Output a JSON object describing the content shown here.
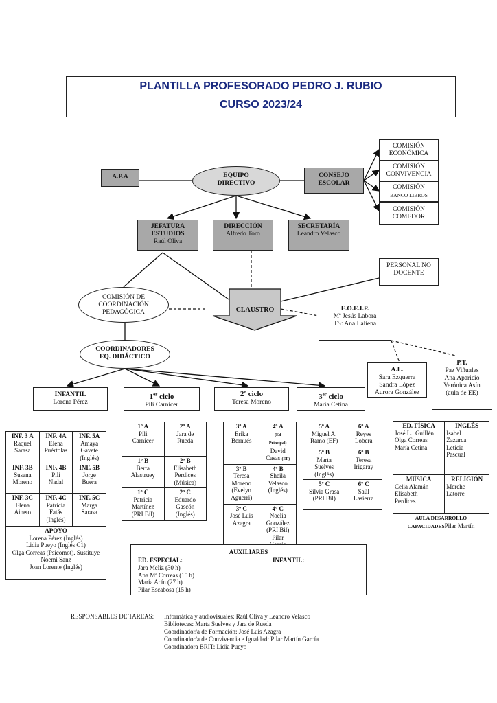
{
  "header": {
    "title": "PLANTILLA PROFESORADO PEDRO J. RUBIO",
    "subtitle": "CURSO 2023/24"
  },
  "apa": "A.P.A",
  "equipo": "EQUIPO\nDIRECTIVO",
  "consejo": "CONSEJO\nESCOLAR",
  "comisiones": [
    "COMISIÓN\nECONÓMICA",
    "COMISIÓN\nCONVIVENCIA",
    "COMISIÓN",
    "COMISIÓN\nCOMEDOR"
  ],
  "comision_banco": "BANCO LIBROS",
  "jefatura": {
    "title": "JEFATURA\nESTUDIOS",
    "name": "Raúl Oliva"
  },
  "direccion": {
    "title": "DIRECCIÓN",
    "name": "Alfredo Toro"
  },
  "secretaria": {
    "title": "SECRETARÍA",
    "name": "Leandro Velasco"
  },
  "personal": "PERSONAL NO\nDOCENTE",
  "ccp": "COMISIÓN DE\nCOORDINACIÓN\nPEDAGÓGICA",
  "claustro": "CLAUSTRO",
  "eoeip": {
    "title": "E.O.E.I.P.",
    "lines": "Mª Jesús Labora\nTS: Ana Laliena"
  },
  "coordinadores": "COORDINADORES\nEQ. DIDÁCTICO",
  "al": {
    "title": "A.L.",
    "lines": "Sara Ezquerra\nSandra López\nAurora González"
  },
  "pt": {
    "title": "P.T.",
    "lines": "Paz Viñuales\nAna Aparicio\nVerónica Asín\n(aula de EE)"
  },
  "infantil": {
    "title": "INFANTIL",
    "name": "Lorena Pérez"
  },
  "ciclo1": {
    "sup": "er",
    "title": "ciclo",
    "num": "1",
    "name": "Pili Carnicer"
  },
  "ciclo2": {
    "title": "2º ciclo",
    "name": "Teresa Moreno"
  },
  "ciclo3": {
    "sup": "er",
    "title": "ciclo",
    "num": "3",
    "name": "María Cetina"
  },
  "inf_grid": [
    [
      {
        "h": "INF. 3 A",
        "t": "Raquel\nSarasa"
      },
      {
        "h": "INF. 4A",
        "t": "Elena\nPuértolas"
      },
      {
        "h": "INF. 5A",
        "t": "Amaya\nGavete\n(Inglés)"
      }
    ],
    [
      {
        "h": "INF. 3B",
        "t": "Susana\nMoreno"
      },
      {
        "h": "INF. 4B",
        "t": "Pili\nNadal"
      },
      {
        "h": "INF. 5B",
        "t": "Jorge\nBuera"
      }
    ],
    [
      {
        "h": "INF. 3C",
        "t": "Elena\nAineto"
      },
      {
        "h": "INF. 4C",
        "t": "Patricia\nFatás\n(Inglés)"
      },
      {
        "h": "INF. 5C",
        "t": "Marga\nSarasa"
      }
    ]
  ],
  "apoyo": {
    "title": "APOYO",
    "lines": "Lorena Pérez (Inglés)\nLidia Pueyo (Inglés C1)\nOlga Correas (Psicomot). Sustituye\nNoemí Sanz\nJoan Lorente (Inglés)"
  },
  "c1_grid": [
    [
      {
        "h": "1º A",
        "t": "Pili\nCarnicer"
      },
      {
        "h": "2º A",
        "t": "Jara de\nRueda"
      }
    ],
    [
      {
        "h": "1º B",
        "t": "Berta\nAlastruey"
      },
      {
        "h": "2º B",
        "t": "Elisabeth\nPerdices\n(Música)"
      }
    ],
    [
      {
        "h": "1º C",
        "t": "Patricia\nMartínez\n(PRI Bil)"
      },
      {
        "h": "2º C",
        "t": "Eduardo\nGascón\n(Inglés)"
      }
    ]
  ],
  "c2_grid": [
    [
      {
        "h": "3º A",
        "t": "Erika\nBernués"
      },
      {
        "h": "4º A",
        "s": "(Ed\nPrincipal)",
        "t": "David\nCasas",
        "s2": "(EF)"
      }
    ],
    [
      {
        "h": "3º B",
        "t": "Teresa\nMoreno\n(Evelyn\nAguerri)"
      },
      {
        "h": "4º B",
        "t": "Sheila\nVelasco\n(Inglés)"
      }
    ],
    [
      {
        "h": "3º C",
        "t": "José Luis\nAzagra"
      },
      {
        "h": "4º C",
        "t": "Noelia\nGonzález\n(PRI Bil)\nPilar\nGarcía"
      }
    ]
  ],
  "c3_grid": [
    [
      {
        "h": "5º A",
        "t": "Miguel A.\nRamo (EF)"
      },
      {
        "h": "6º A",
        "t": "Reyes\nLobera"
      }
    ],
    [
      {
        "h": "5º B",
        "t": "Marta\nSuelves\n(Inglés)"
      },
      {
        "h": "6º B",
        "t": "Teresa\nIrigaray"
      }
    ],
    [
      {
        "h": "5º C",
        "t": "Silvia Grasa\n(PRI Bil)"
      },
      {
        "h": "6º C",
        "t": "Saúl\nLasierra"
      }
    ]
  ],
  "esp_grid": [
    [
      {
        "h": "ED. FÍSICA",
        "t": "José L.. Guillén\nOlga Correas\nMaría Cetina"
      },
      {
        "h": "INGLÉS",
        "t": "Isabel\nZazurca\nLeticia\nPascual"
      }
    ],
    [
      {
        "h": "MÚSICA",
        "t": "Celia Alamán\nElisabeth\nPerdices"
      },
      {
        "h": "RELIGIÓN",
        "t": "Merche\nLatorre"
      }
    ]
  ],
  "aula": {
    "title": "AULA DESARROLLO\nCAPACIDADES",
    "name": "Pilar Martín"
  },
  "auxiliares": {
    "title": "AUXILIARES",
    "esp_title": "ED. ESPECIAL:",
    "inf_title": "INFANTIL:",
    "esp_lines": "Jara Meliz (30 h)\nAna Mª Correas (15 h)\nMaría Acín (27 h)\nPilar Escabosa (15 h)"
  },
  "responsables": {
    "label": "RESPONSABLES DE TAREAS:",
    "lines": [
      "Informática y audiovisuales: Raúl Oliva y Leandro Velasco",
      "Bibliotecas: Marta Suelves y Jara de Rueda",
      "Coordinador/a de Formación: José Luis Azagra",
      "Coordinador/a de Convivencia e Igualdad: Pilar Martín García",
      "Coordinadora BRIT: Lidia Pueyo"
    ]
  }
}
